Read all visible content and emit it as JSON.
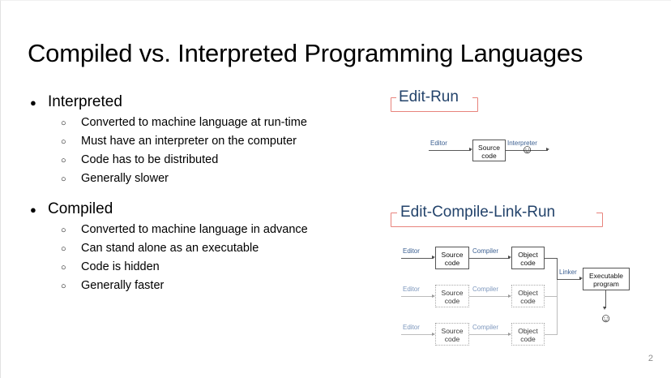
{
  "slide": {
    "title": "Compiled vs. Interpreted Programming Languages",
    "page_number": "2",
    "background_color": "#ffffff"
  },
  "colors": {
    "title_text": "#000000",
    "bracket_border": "#e8837c",
    "bracket_title_text": "#23436b",
    "edge_label_text": "#3b5f91",
    "node_border": "#555555",
    "dim_node_border": "#a9a9a9",
    "page_number_text": "#8d8d8d"
  },
  "content": {
    "groups": [
      {
        "label": "Interpreted",
        "marker": "●",
        "sub_marker": "○",
        "items": [
          "Converted to machine language at run-time",
          "Must have an interpreter on the computer",
          "Code has to be distributed",
          "Generally slower"
        ]
      },
      {
        "label": "Compiled",
        "marker": "●",
        "sub_marker": "○",
        "items": [
          "Converted to machine language in advance",
          "Can stand alone as an executable",
          "Code is hidden",
          "Generally faster"
        ]
      }
    ]
  },
  "diagrams": [
    {
      "title": "Edit-Run",
      "smiley_glyph": "☺",
      "nodes": [
        {
          "line1": "Source",
          "line2": "code"
        }
      ],
      "edge_labels": [
        "Editor",
        "Interpreter"
      ]
    },
    {
      "title": "Edit-Compile-Link-Run",
      "smiley_glyph": "☺",
      "rows": [
        {
          "edge_labels": [
            "Editor",
            "Compiler"
          ],
          "nodes": [
            {
              "line1": "Source",
              "line2": "code"
            },
            {
              "line1": "Object",
              "line2": "code"
            }
          ]
        },
        {
          "edge_labels": [
            "Editor",
            "Compiler"
          ],
          "nodes": [
            {
              "line1": "Source",
              "line2": "code"
            },
            {
              "line1": "Object",
              "line2": "code"
            }
          ]
        },
        {
          "edge_labels": [
            "Editor",
            "Compiler"
          ],
          "nodes": [
            {
              "line1": "Source",
              "line2": "code"
            },
            {
              "line1": "Object",
              "line2": "code"
            }
          ]
        }
      ],
      "linker_label": "Linker",
      "output_node": {
        "line1": "Executable",
        "line2": "program"
      }
    }
  ]
}
